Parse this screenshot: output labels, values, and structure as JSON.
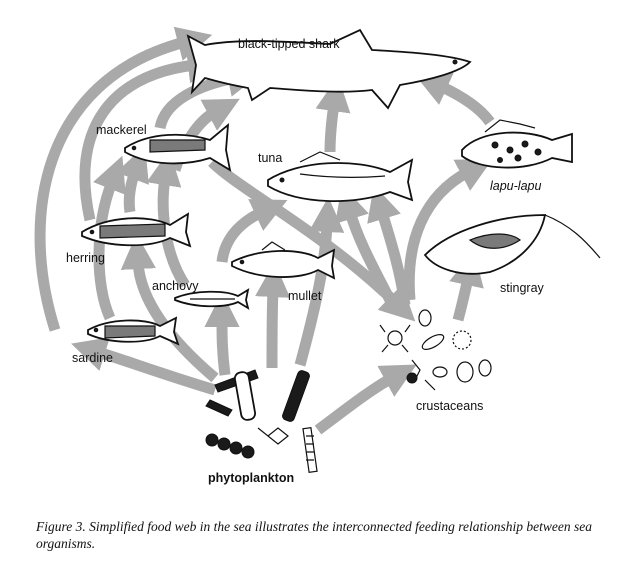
{
  "diagram": {
    "labels": {
      "shark": "black-tipped shark",
      "mackerel": "mackerel",
      "tuna": "tuna",
      "lapu_lapu": "lapu-lapu",
      "herring": "herring",
      "stingray": "stingray",
      "anchovy": "anchovy",
      "mullet": "mullet",
      "sardine": "sardine",
      "crustaceans": "crustaceans",
      "phytoplankton": "phytoplankton"
    },
    "arrow_color": "#a9a9a9",
    "ink_color": "#111111"
  },
  "caption": "Figure 3.  Simplified food web in the sea illustrates the interconnected feeding relationship between sea organisms."
}
